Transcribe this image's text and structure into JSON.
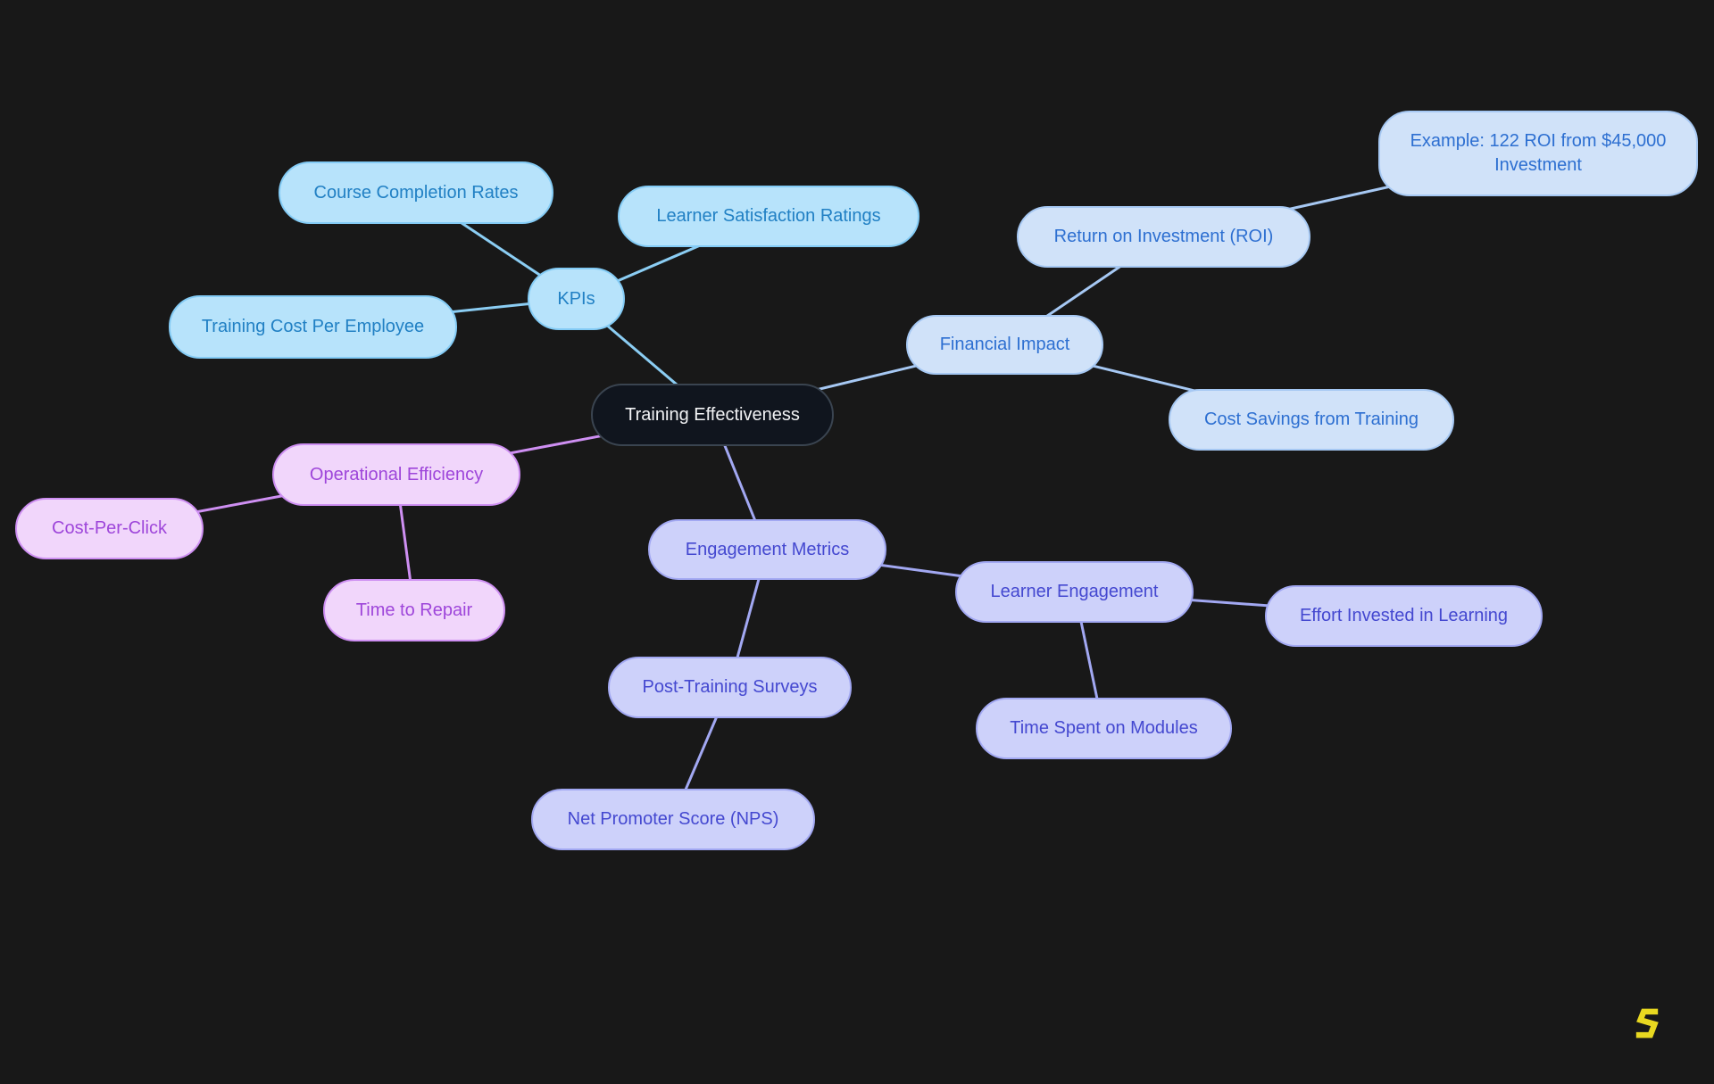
{
  "diagram": {
    "type": "mindmap",
    "title": "Training Effectiveness mind map"
  },
  "nodes": {
    "root": {
      "label": "Training Effectiveness"
    },
    "kpis": {
      "label": "KPIs"
    },
    "course_completion": {
      "label": "Course Completion Rates"
    },
    "learner_satisfaction": {
      "label": "Learner Satisfaction Ratings"
    },
    "training_cost": {
      "label": "Training Cost Per Employee"
    },
    "financial_impact": {
      "label": "Financial Impact"
    },
    "roi": {
      "label": "Return on Investment (ROI)"
    },
    "roi_example": {
      "label": "Example: 122 ROI from $45,000 Investment"
    },
    "cost_savings": {
      "label": "Cost Savings from Training"
    },
    "operational_efficiency": {
      "label": "Operational Efficiency"
    },
    "cost_per_click": {
      "label": "Cost-Per-Click"
    },
    "time_to_repair": {
      "label": "Time to Repair"
    },
    "engagement_metrics": {
      "label": "Engagement Metrics"
    },
    "learner_engagement": {
      "label": "Learner Engagement"
    },
    "effort_invested": {
      "label": "Effort Invested in Learning"
    },
    "time_spent": {
      "label": "Time Spent on Modules"
    },
    "post_training_surveys": {
      "label": "Post-Training Surveys"
    },
    "nps": {
      "label": "Net Promoter Score (NPS)"
    }
  },
  "edges": [
    {
      "from": "root",
      "to": "kpis",
      "branch": "blue1"
    },
    {
      "from": "kpis",
      "to": "course_completion",
      "branch": "blue1"
    },
    {
      "from": "kpis",
      "to": "learner_satisfaction",
      "branch": "blue1"
    },
    {
      "from": "kpis",
      "to": "training_cost",
      "branch": "blue1"
    },
    {
      "from": "root",
      "to": "financial_impact",
      "branch": "blue2"
    },
    {
      "from": "financial_impact",
      "to": "roi",
      "branch": "blue2"
    },
    {
      "from": "roi",
      "to": "roi_example",
      "branch": "blue2"
    },
    {
      "from": "financial_impact",
      "to": "cost_savings",
      "branch": "blue2"
    },
    {
      "from": "root",
      "to": "operational_efficiency",
      "branch": "pink"
    },
    {
      "from": "operational_efficiency",
      "to": "cost_per_click",
      "branch": "pink"
    },
    {
      "from": "operational_efficiency",
      "to": "time_to_repair",
      "branch": "pink"
    },
    {
      "from": "root",
      "to": "engagement_metrics",
      "branch": "purple"
    },
    {
      "from": "engagement_metrics",
      "to": "learner_engagement",
      "branch": "purple"
    },
    {
      "from": "learner_engagement",
      "to": "effort_invested",
      "branch": "purple"
    },
    {
      "from": "learner_engagement",
      "to": "time_spent",
      "branch": "purple"
    },
    {
      "from": "engagement_metrics",
      "to": "post_training_surveys",
      "branch": "purple"
    },
    {
      "from": "post_training_surveys",
      "to": "nps",
      "branch": "purple"
    }
  ],
  "colors": {
    "background": "#181818",
    "root_fill": "#10151e",
    "root_border": "#3a4450",
    "root_text": "#f2f3f5",
    "branch_blue1_fill": "#b7e3fb",
    "branch_blue1_text": "#2180c4",
    "branch_blue1_edge": "#8bcdf3",
    "branch_blue2_fill": "#d0e2f9",
    "branch_blue2_text": "#2d6fd1",
    "branch_blue2_edge": "#a6c8f3",
    "branch_pink_fill": "#f1d6fb",
    "branch_pink_text": "#9e46da",
    "branch_pink_edge": "#ce8ff2",
    "branch_purple_fill": "#cdd1fa",
    "branch_purple_text": "#4448d0",
    "branch_purple_edge": "#a2a8f2",
    "logo_color": "#e8d820"
  },
  "logo": {
    "glyph": "S"
  }
}
